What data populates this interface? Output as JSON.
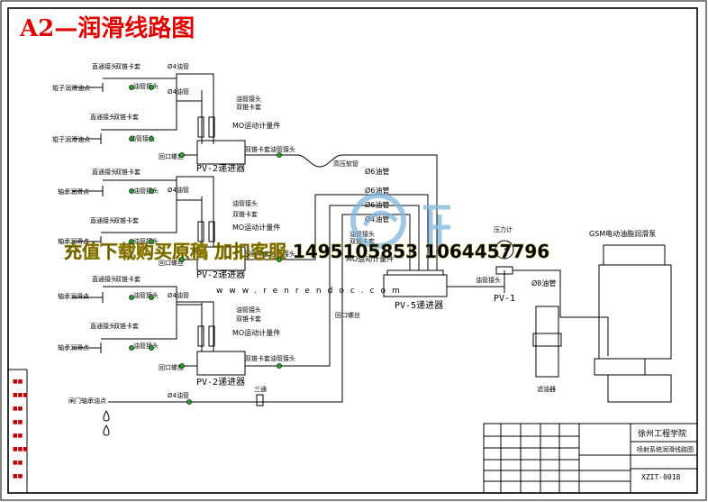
{
  "title": "A2—润滑线路图",
  "colors": {
    "title": "#e00000",
    "watermark": "#f2d000",
    "watermark_shadow": "#8a7a00",
    "logo": "#7fb6dc",
    "node_green": "#2a9a2a"
  },
  "labels": {
    "straight_joint": "直通接头",
    "double_ferrule": "双锥卡套",
    "tube_joint": "油管接头",
    "tube_phi4": "Ø4油管",
    "tube_phi6": "Ø6油管",
    "tube_phi8": "Ø8油管",
    "m0_counter": "MO运动计量件",
    "block_pv2": "PV-2递进器",
    "block_pv5": "PV-5递进器",
    "pv1": "PV-1",
    "gauge": "压力计",
    "gsm": "GSM电动油脂润滑泵",
    "filter": "滤油器",
    "return_joint": "回口螺丝",
    "hose": "高压软管",
    "tee": "三通",
    "point_a": "辊子润滑油点",
    "point_b": "轴承润滑点",
    "outlet": "闸门轴承油点"
  },
  "watermark": {
    "text": "充值下载购买原稿 加扣客服 1495105853 1064457796",
    "site": "www.renrendoc.com"
  },
  "title_block": {
    "school": "徐州工程学院",
    "drawing_title": "喷射系统润滑线路图",
    "drawing_no": "XZIT-0018"
  },
  "left_strip_marks": [
    "■■",
    "■■■",
    "■■",
    "■■",
    "■■",
    "■■■",
    "■■",
    "■■"
  ]
}
